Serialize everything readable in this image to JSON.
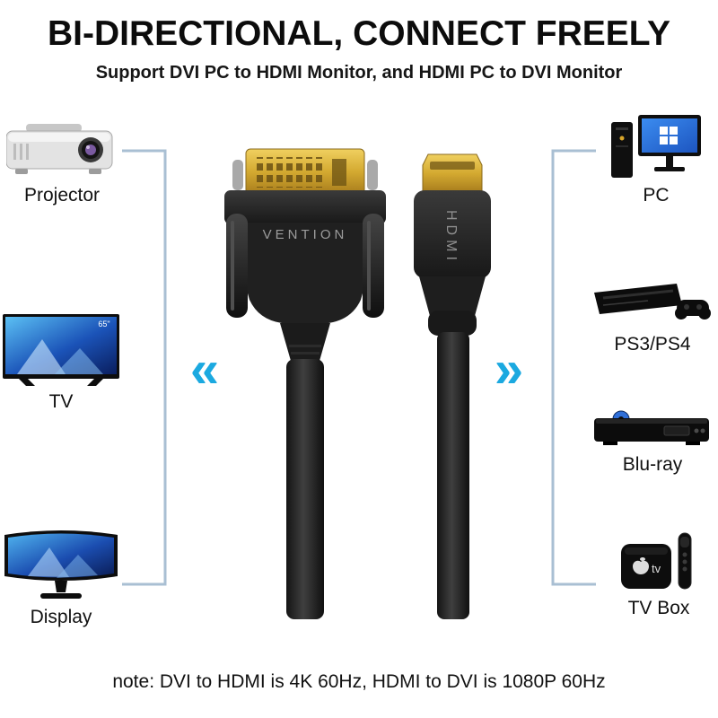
{
  "page": {
    "title": "BI-DIRECTIONAL, CONNECT FREELY",
    "subtitle": "Support DVI PC to HDMI Monitor, and HDMI PC to DVI Monitor",
    "note": "note: DVI to HDMI is 4K 60Hz, HDMI to DVI is 1080P 60Hz"
  },
  "left_devices": [
    {
      "label": "Projector",
      "icon": "projector-icon"
    },
    {
      "label": "TV",
      "icon": "tv-icon",
      "screen_badge": "65\""
    },
    {
      "label": "Display",
      "icon": "curved-display-icon"
    }
  ],
  "right_devices": [
    {
      "label": "PC",
      "icon": "pc-icon"
    },
    {
      "label": "PS3/PS4",
      "icon": "game-console-icon"
    },
    {
      "label": "Blu-ray",
      "icon": "bluray-player-icon"
    },
    {
      "label": "TV Box",
      "icon": "tv-box-icon"
    }
  ],
  "cable": {
    "dvi_brand": "VENTION",
    "hdmi_label": "HDMI"
  },
  "tv_box_logo": "tv",
  "icons": {
    "chevron_left": "«",
    "chevron_right": "»"
  },
  "colors": {
    "accent": "#1BA9E0",
    "bracket": "#A9BFD3",
    "background": "#FFFFFF"
  }
}
